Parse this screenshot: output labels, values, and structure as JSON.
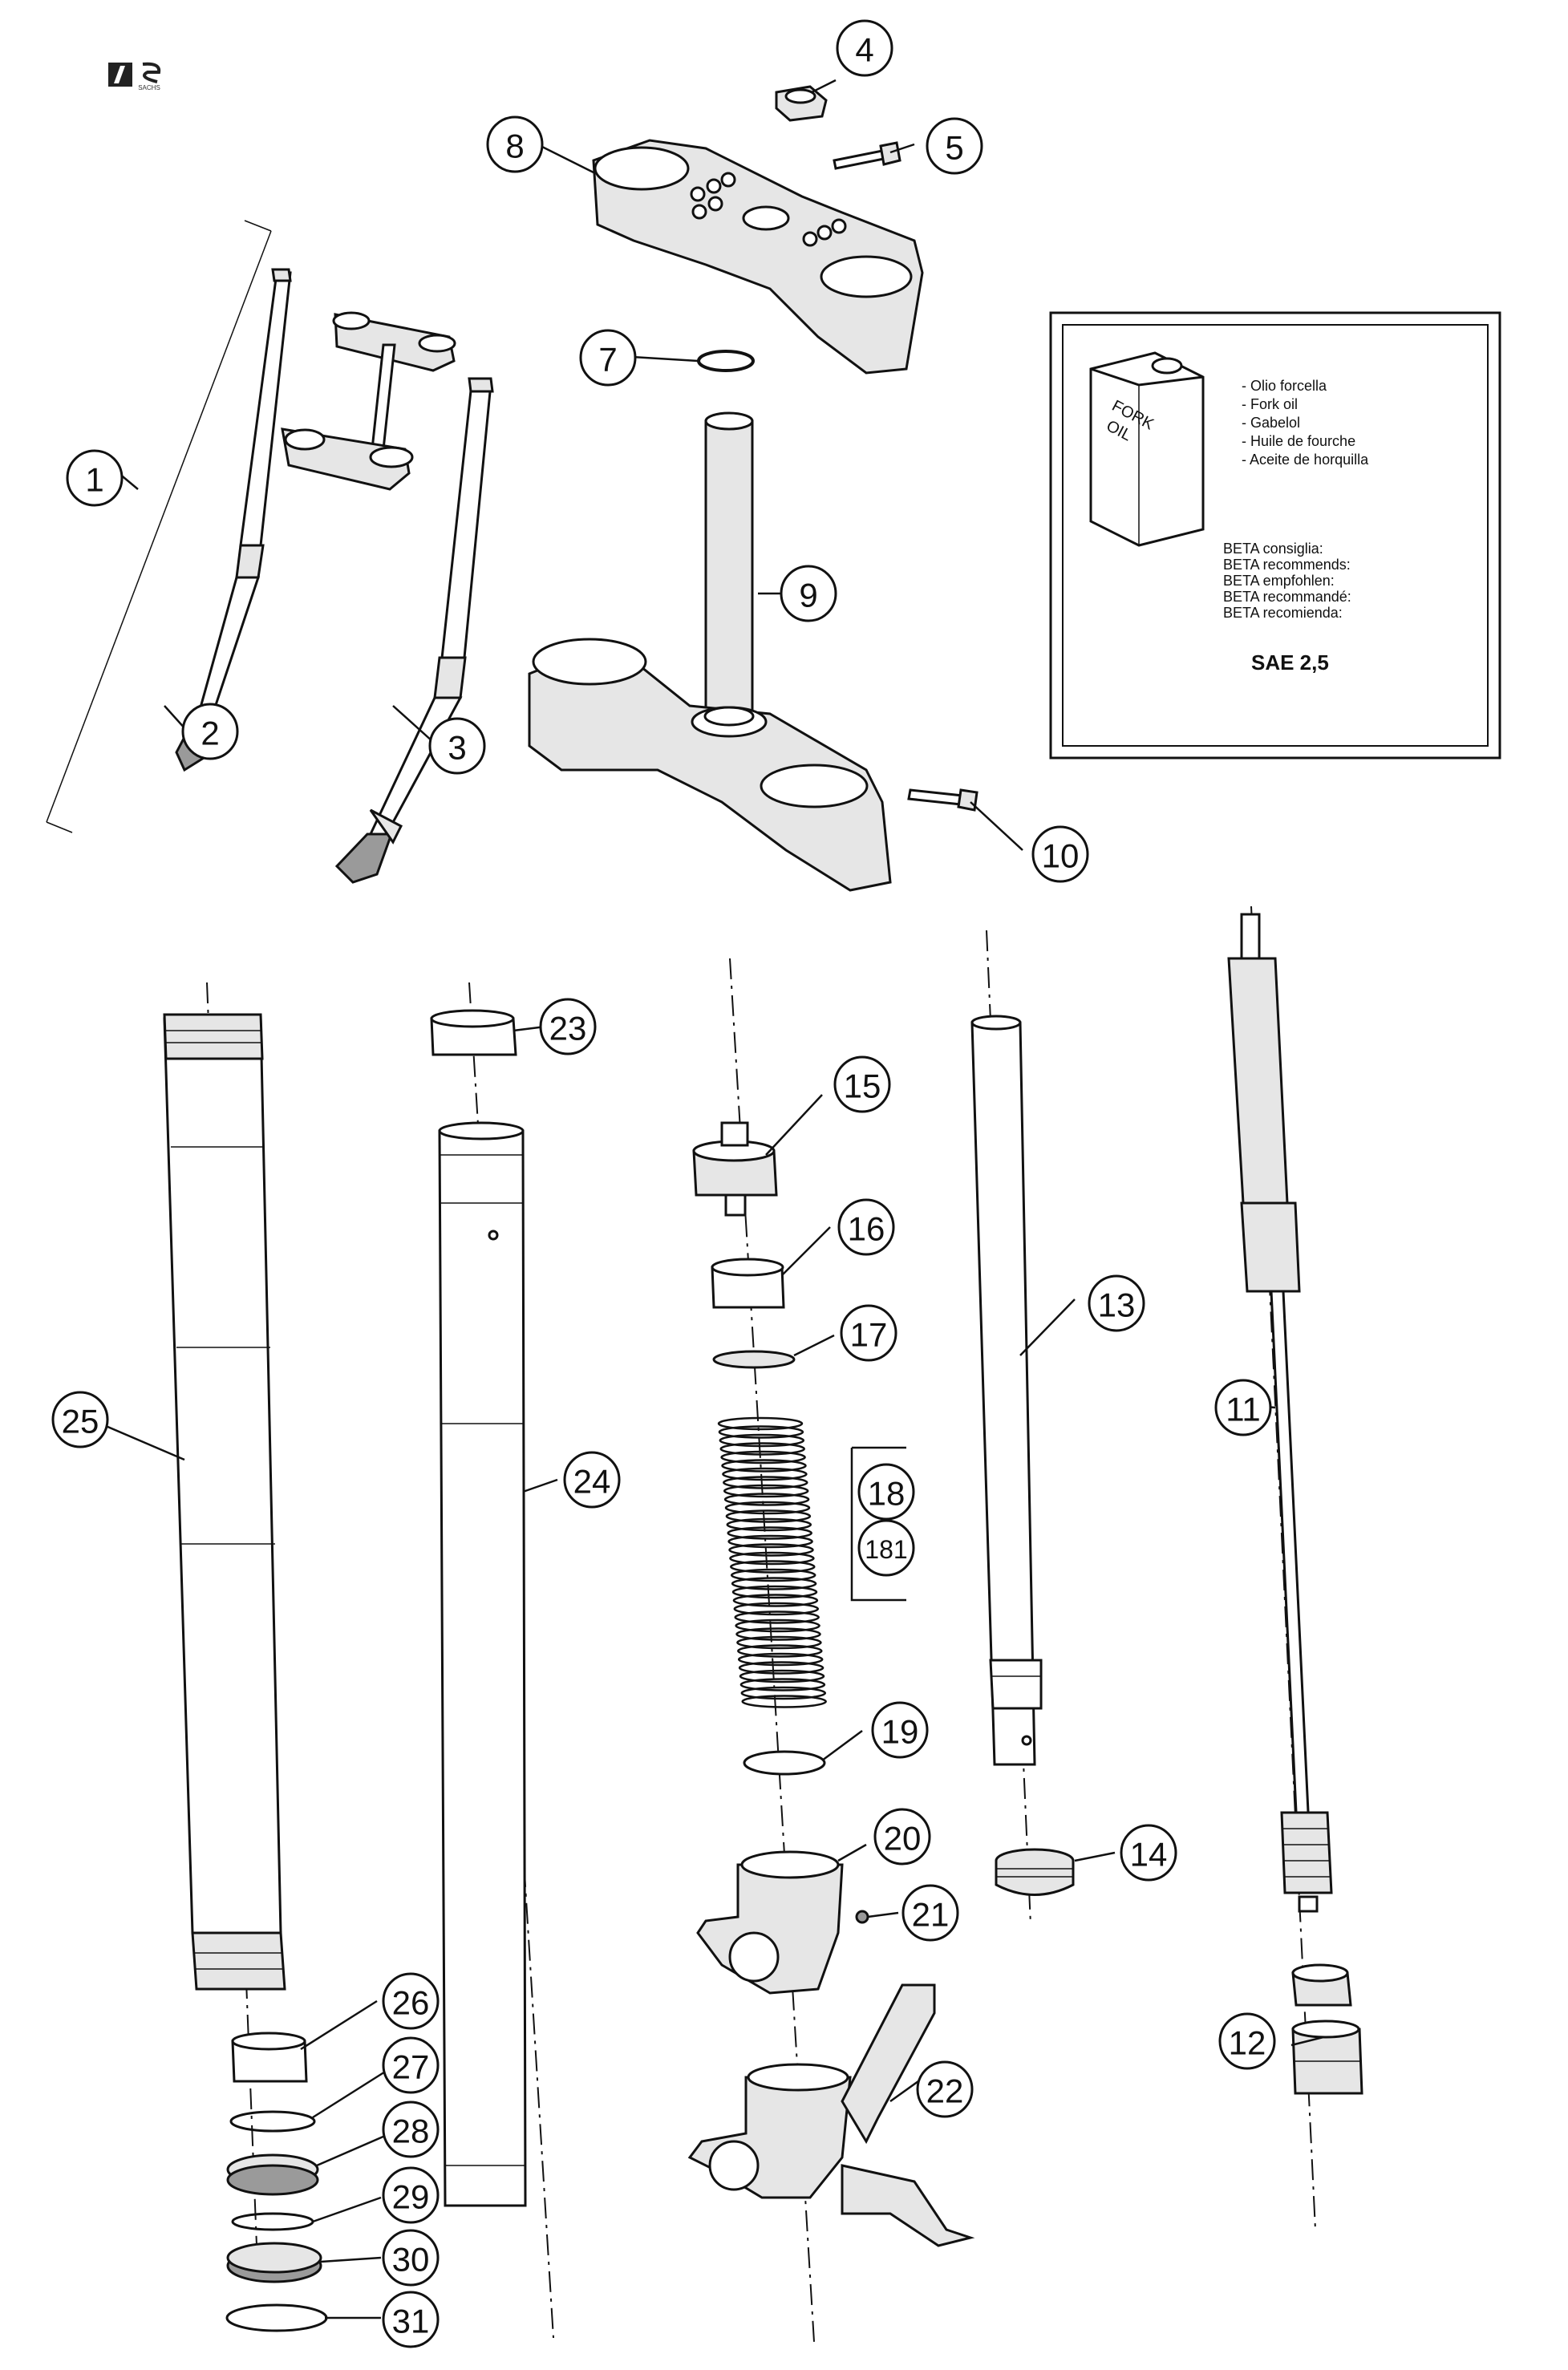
{
  "logo": {
    "text": "SACHS"
  },
  "callouts": [
    "1",
    "2",
    "3",
    "4",
    "5",
    "7",
    "8",
    "9",
    "10",
    "11",
    "12",
    "13",
    "14",
    "15",
    "16",
    "17",
    "18",
    "181",
    "19",
    "20",
    "21",
    "22",
    "23",
    "24",
    "25",
    "26",
    "27",
    "28",
    "29",
    "30",
    "31"
  ],
  "oil_box": {
    "can_label": "FORK\nOIL",
    "oil_names": [
      "- Olio forcella",
      "- Fork oil",
      "- Gabelol",
      "- Huile de fourche",
      "- Aceite de horquilla"
    ],
    "recommends": [
      "BETA consiglia:",
      "BETA recommends:",
      "BETA empfohlen:",
      "BETA recommandé:",
      "BETA recomienda:"
    ],
    "oil_grade": "SAE 2,5"
  }
}
